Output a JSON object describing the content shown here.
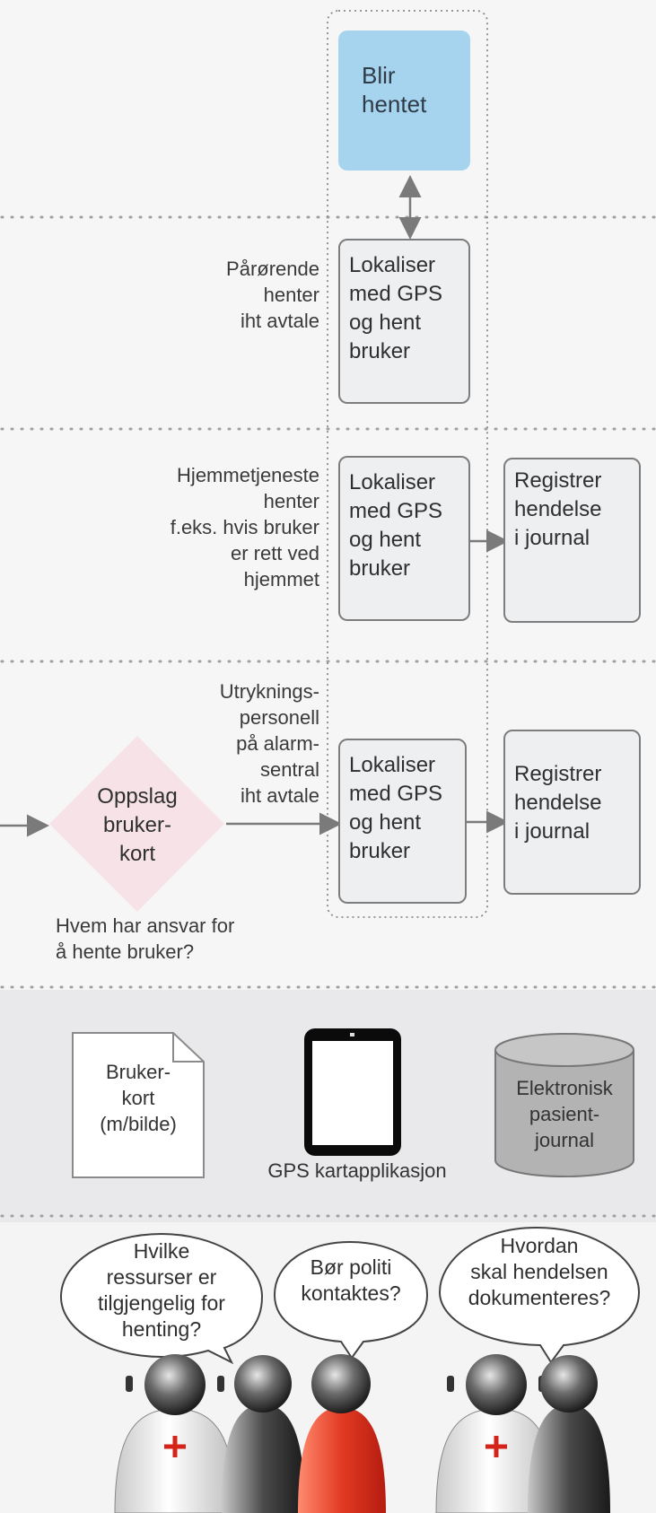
{
  "top_box": {
    "label": "Blir\nhentet"
  },
  "lane_relative": {
    "side_label": "Pårørende\nhenter\niht avtale",
    "action": "Lokaliser\nmed GPS\nog hent\nbruker"
  },
  "lane_homecare": {
    "side_label": "Hjemmetjeneste\nhenter\nf.eks. hvis  bruker\ner rett ved\nhjemmet",
    "action": "Lokaliser\nmed GPS\nog hent\nbruker",
    "register": "Registrer\nhendelse\ni journal"
  },
  "lane_emergency": {
    "side_label": "Utryknings-\npersonell\npå alarm-\nsentral\niht avtale",
    "decision": "Oppslag\nbruker-\nkort",
    "question": "Hvem har ansvar for\nå hente bruker?",
    "action": "Lokaliser\nmed GPS\nog hent\nbruker",
    "register": "Registrer\nhendelse\ni journal"
  },
  "resources": {
    "card": "Bruker-\nkort\n(m/bilde)",
    "gps": "GPS kartapplikasjon",
    "journal": "Elektronisk\npasient-\njournal"
  },
  "bubbles": [
    {
      "text": "Hvilke\nressurser er\ntilgjengelig for\nhenting?"
    },
    {
      "text": "Bør politi\nkontaktes?"
    },
    {
      "text": "Hvordan\nskal hendelsen\ndokumenteres?"
    }
  ],
  "colors": {
    "blue_box": "#a6d4ee",
    "diamond": "#f7e3e7",
    "cylinder": "#b3b3b3",
    "resource_band": "#e8e8ea",
    "red_person": "#e23a22"
  }
}
